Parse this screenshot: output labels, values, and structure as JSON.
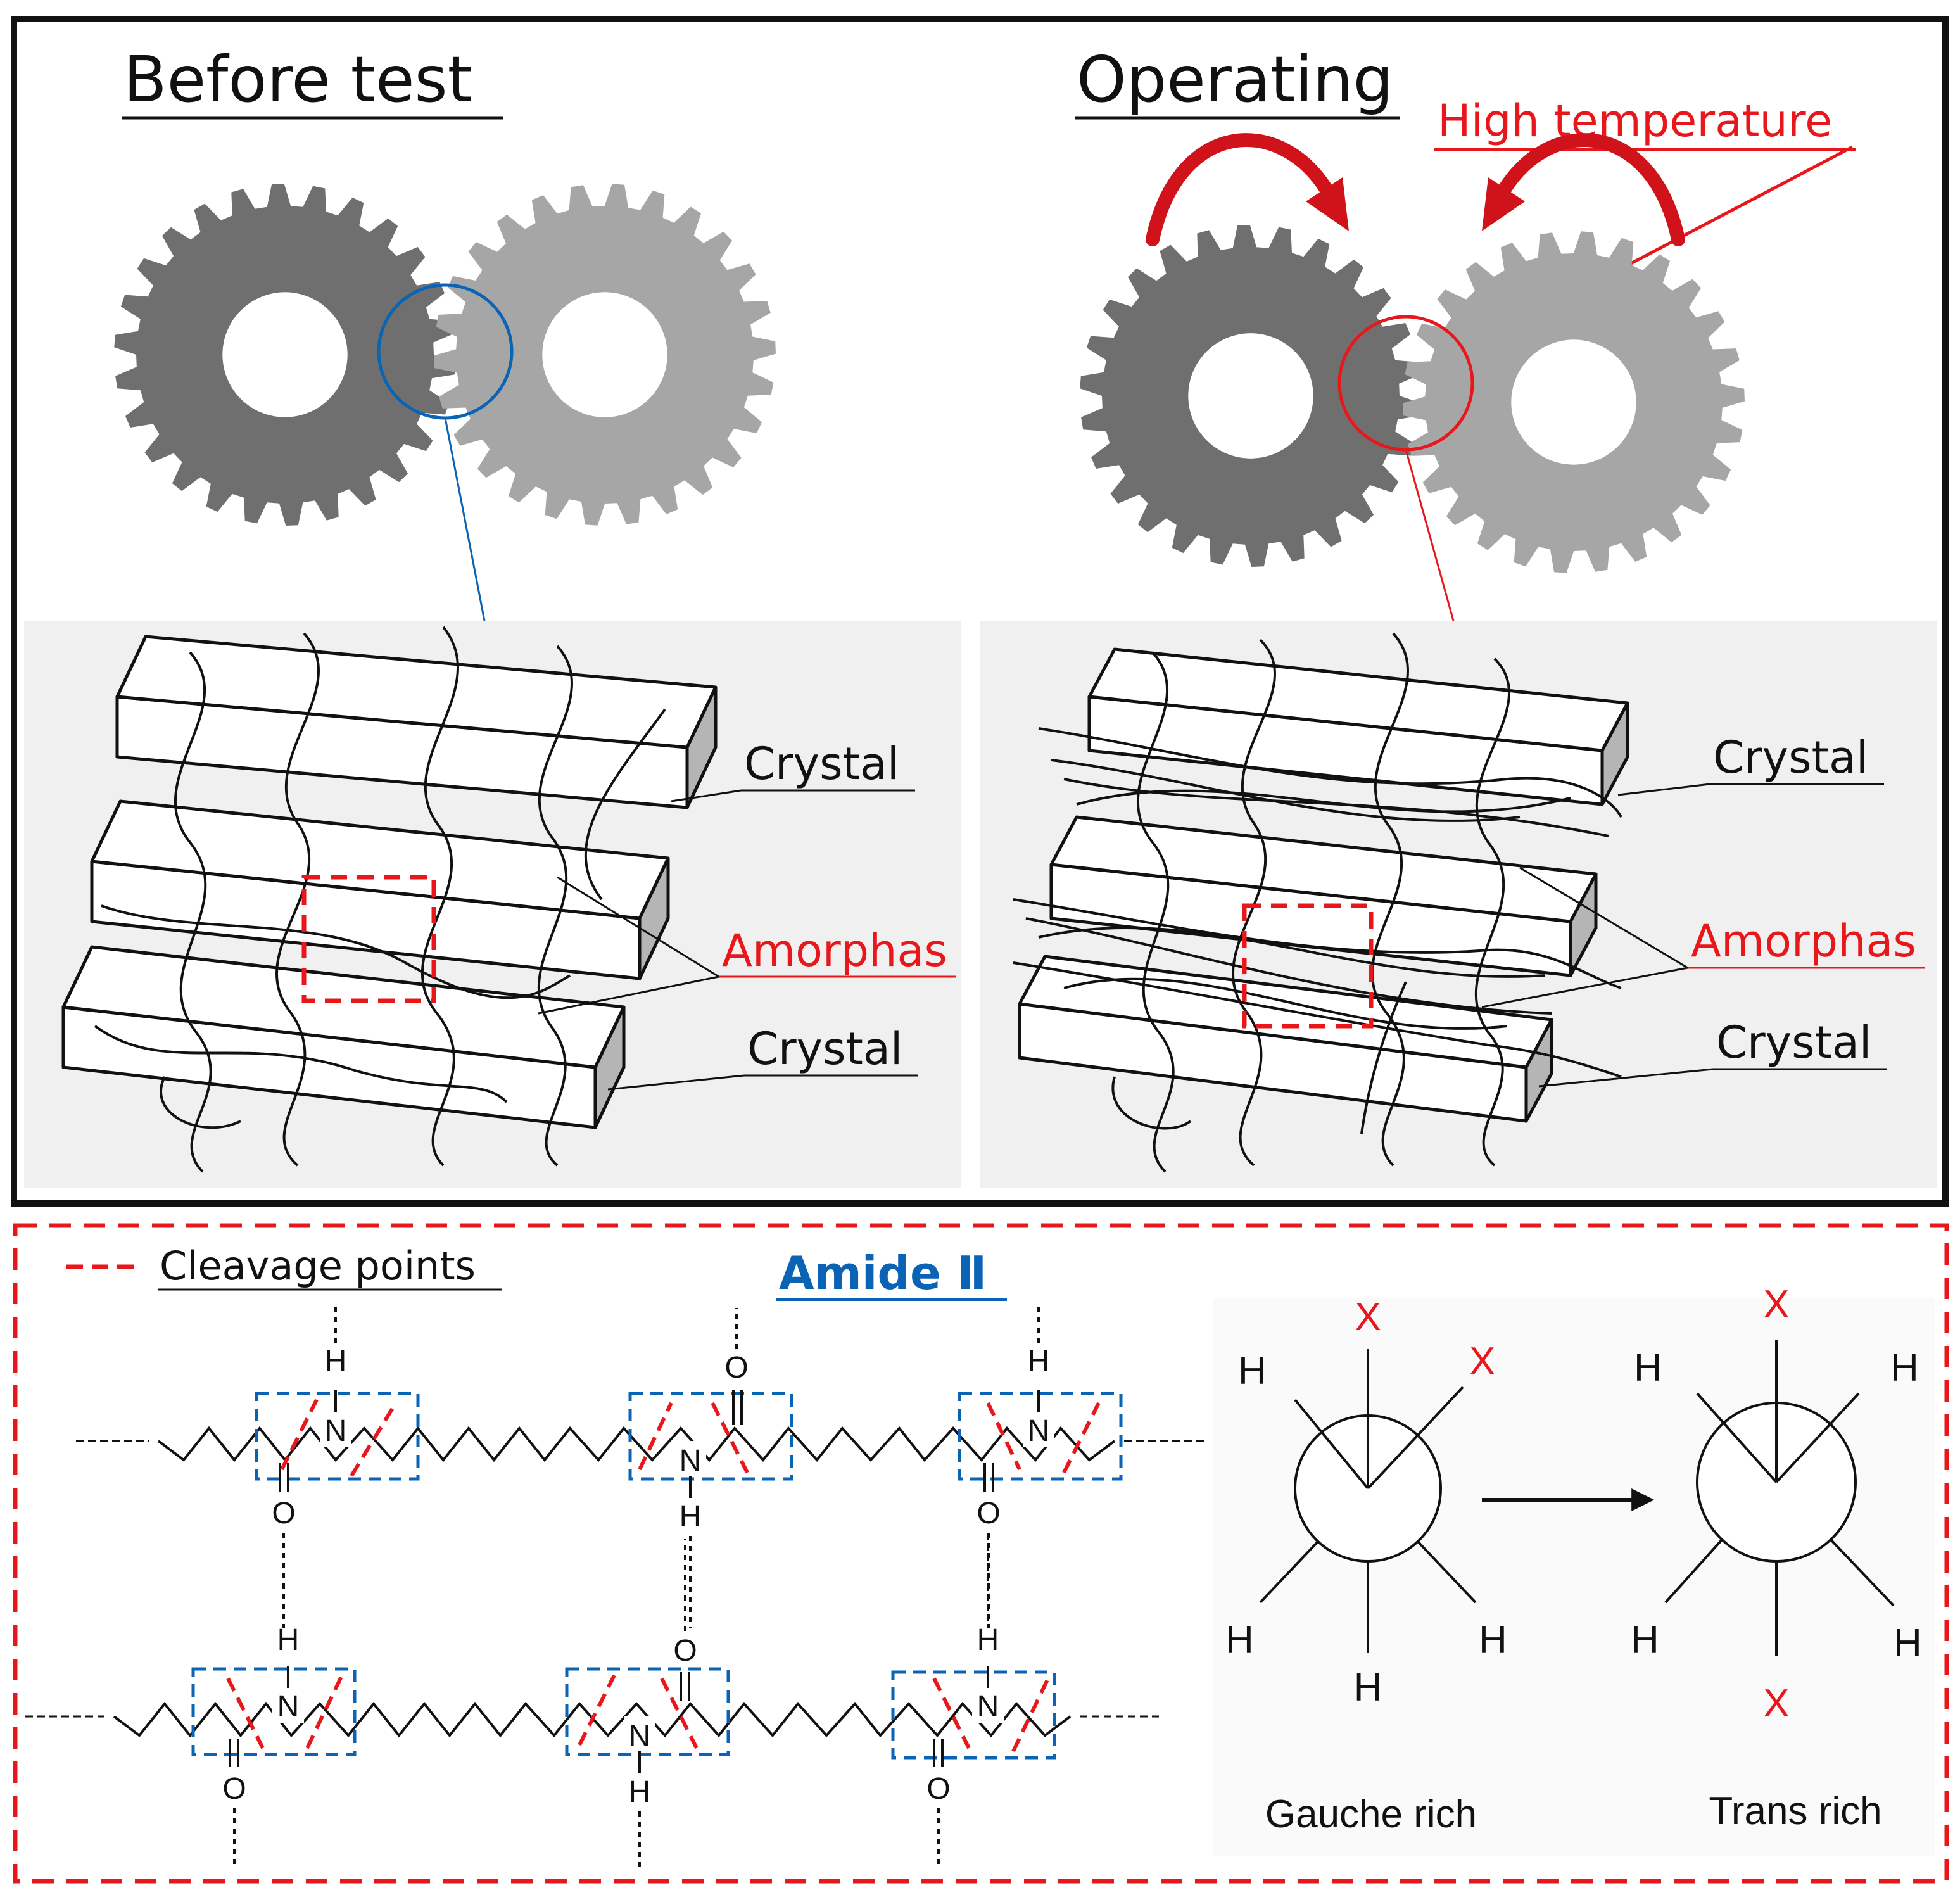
{
  "top_panel": {
    "before": {
      "title": "Before test",
      "label_crystal_top": "Crystal",
      "label_amorphous": "Amorphas",
      "label_crystal_bottom": "Crystal"
    },
    "operating": {
      "title": "Operating",
      "high_temp_label": "High temperature",
      "label_crystal_top": "Crystal",
      "label_amorphous": "Amorphas",
      "label_crystal_bottom": "Crystal"
    }
  },
  "bottom_panel": {
    "legend_label": "Cleavage points",
    "amide_label": "Amide Ⅱ",
    "chain_atoms": {
      "N": "N",
      "H": "H",
      "O": "O"
    },
    "newman": {
      "sub_h": "H",
      "sub_x": "X",
      "gauche_caption": "Gauche rich",
      "trans_caption": "Trans rich"
    }
  },
  "colors": {
    "accent_red": "#e8171b",
    "accent_blue": "#0a63b4",
    "gear_dark": "#6f6f6f",
    "gear_light": "#a6a6a6",
    "panel_bg": "#f0f0f0",
    "frame": "#111111"
  }
}
